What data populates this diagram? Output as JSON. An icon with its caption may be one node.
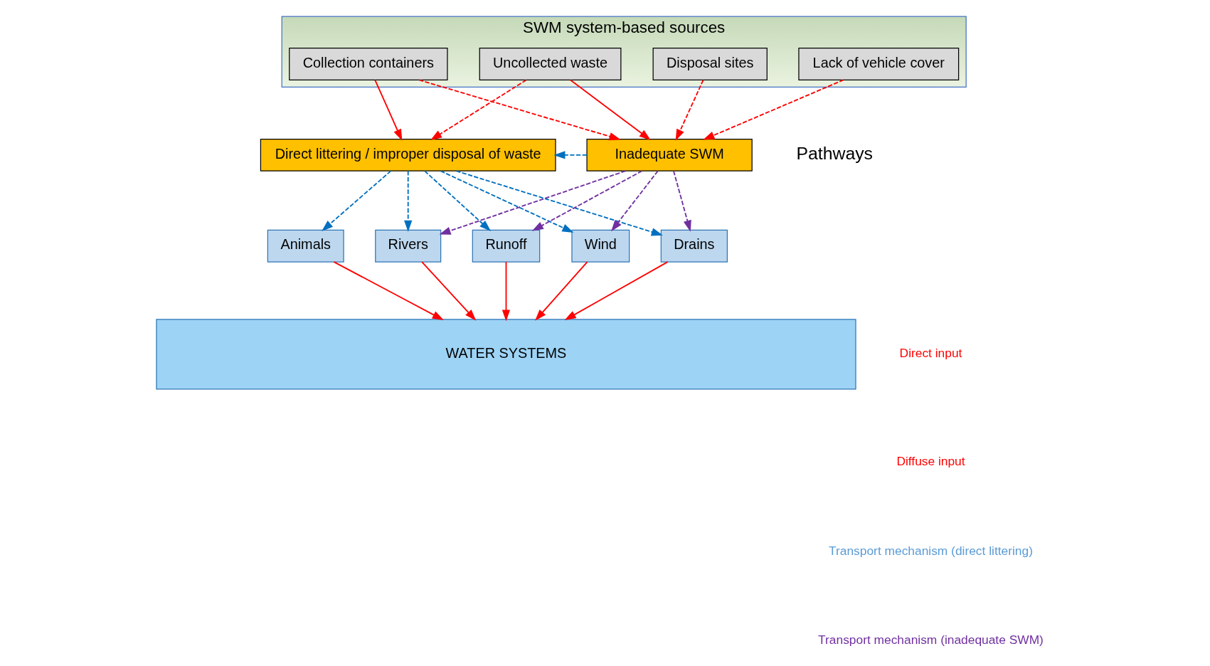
{
  "diagram": {
    "nodes": [
      {
        "text": [
          "SWM system-based sources"
        ]
      },
      {
        "text": [
          "Uncollected waste"
        ],
        "in": 0
      },
      {
        "text": [
          "Collection containers"
        ],
        "in": 0
      },
      {
        "text": [
          "Lack of vehicle cover"
        ],
        "in": 0
      },
      {
        "text": [
          "Disposal sites"
        ],
        "in": 0
      },
      {
        "text": [
          "Direct littering / improper disposal of waste"
        ]
      },
      {
        "text": [
          "Inadequate SWM"
        ]
      },
      {
        "text": [
          "Runoff"
        ]
      },
      {
        "text": [
          "Wind"
        ]
      },
      {
        "text": [
          "Animals"
        ]
      },
      {
        "text": [
          "Drains"
        ]
      },
      {
        "text": [
          "Rivers"
        ]
      },
      {
        "text": [
          "WATER SYSTEMS"
        ]
      }
    ],
    "edges": [
      {
        "from": 1,
        "to": 5,
        "arrow": "to",
        "style": "dashed"
      },
      {
        "from": 1,
        "to": 6,
        "arrow": "to"
      },
      {
        "from": 2,
        "to": 5,
        "arrow": "to"
      },
      {
        "from": 2,
        "to": 6,
        "arrow": "to",
        "style": "dashed"
      },
      {
        "from": 3,
        "to": 6,
        "arrow": "to",
        "style": "dashed"
      },
      {
        "from": 4,
        "to": 6,
        "arrow": "to",
        "style": "dashed"
      },
      {
        "from": 5,
        "to": 7,
        "arrow": "to",
        "style": "dashed",
        "color": "#0070c0"
      },
      {
        "from": 5,
        "to": 8,
        "arrow": "to",
        "style": "dashed",
        "color": "#0070c0"
      },
      {
        "from": 5,
        "to": 9,
        "arrow": "to",
        "style": "dashed",
        "color": "#0070c0"
      },
      {
        "from": 5,
        "to": 10,
        "arrow": "to",
        "style": "dashed",
        "color": "#0070c0"
      },
      {
        "from": 5,
        "to": 11,
        "arrow": "to",
        "style": "dashed",
        "color": "#0070c0"
      },
      {
        "from": 6,
        "to": 5,
        "arrow": "to",
        "style": "dashed",
        "color": "#0070c0"
      },
      {
        "from": 6,
        "to": 7,
        "arrow": "to",
        "style": "dashed",
        "color": "#7030a0"
      },
      {
        "from": 6,
        "to": 8,
        "arrow": "to",
        "style": "dashed",
        "color": "#7030a0"
      },
      {
        "from": 6,
        "to": 10,
        "arrow": "to",
        "style": "dashed",
        "color": "#7030a0"
      },
      {
        "from": 6,
        "to": 11,
        "arrow": "to",
        "style": "dashed",
        "color": "#7030a0"
      },
      {
        "from": 7,
        "to": 12,
        "arrow": "to"
      },
      {
        "from": 8,
        "to": 12,
        "arrow": "to"
      },
      {
        "from": 9,
        "to": 12,
        "arrow": "to"
      },
      {
        "from": 10,
        "to": 12,
        "arrow": "to"
      },
      {
        "from": 11,
        "to": 12,
        "arrow": "to"
      }
    ],
    "labels": [
      "Pathways"
    ],
    "legend": [
      {
        "text": "Direct input"
      },
      {
        "text": "Diffuse input"
      },
      {
        "text": "Transport mechanism (direct littering)"
      },
      {
        "text": "Transport mechanism (inadequate SWM)"
      }
    ]
  }
}
